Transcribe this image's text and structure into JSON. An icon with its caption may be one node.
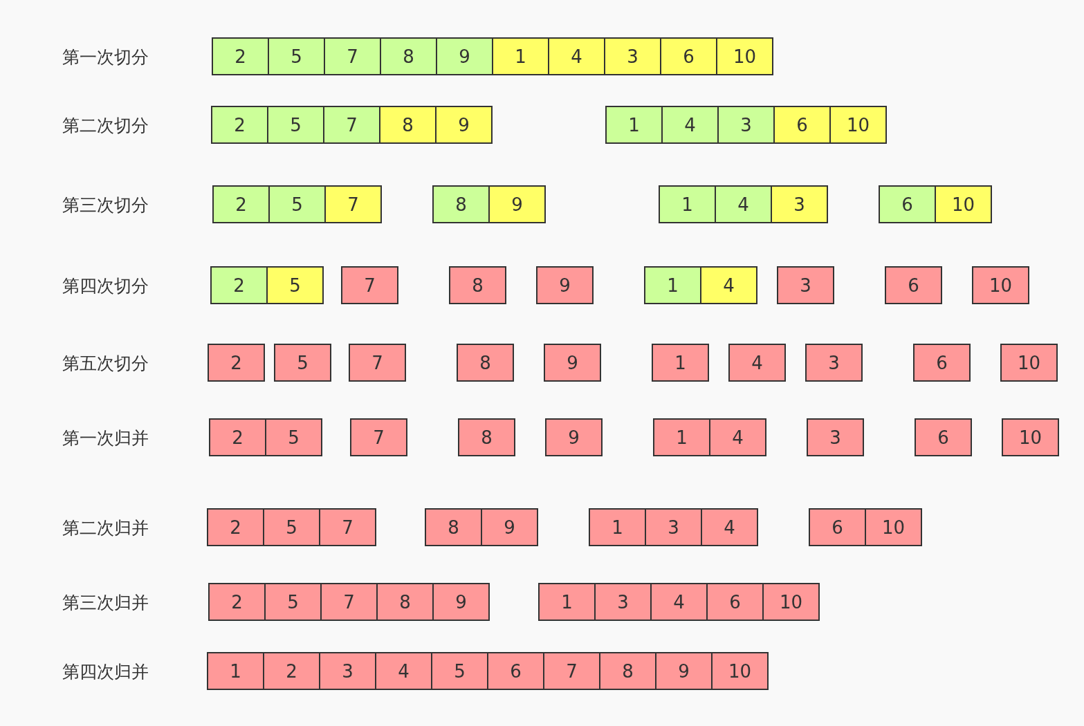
{
  "diagram": {
    "nodes": [
      {
        "text": [
          "2"
        ]
      },
      {
        "text": [
          "5"
        ]
      },
      {
        "text": [
          "7"
        ]
      },
      {
        "text": [
          "8"
        ]
      },
      {
        "text": [
          "9"
        ]
      },
      {
        "text": [
          "1"
        ]
      },
      {
        "text": [
          "4"
        ]
      },
      {
        "text": [
          "3"
        ]
      },
      {
        "text": [
          "6"
        ]
      },
      {
        "text": [
          "10"
        ]
      },
      {
        "text": [
          "2"
        ]
      },
      {
        "text": [
          "5"
        ]
      },
      {
        "text": [
          "7"
        ]
      },
      {
        "text": [
          "8"
        ]
      },
      {
        "text": [
          "9"
        ]
      },
      {
        "text": [
          "1"
        ]
      },
      {
        "text": [
          "4"
        ]
      },
      {
        "text": [
          "3"
        ]
      },
      {
        "text": [
          "6"
        ]
      },
      {
        "text": [
          "10"
        ]
      },
      {
        "text": [
          "2"
        ]
      },
      {
        "text": [
          "5"
        ]
      },
      {
        "text": [
          "7"
        ]
      },
      {
        "text": [
          "8"
        ]
      },
      {
        "text": [
          "9"
        ]
      },
      {
        "text": [
          "1"
        ]
      },
      {
        "text": [
          "4"
        ]
      },
      {
        "text": [
          "3"
        ]
      },
      {
        "text": [
          "6"
        ]
      },
      {
        "text": [
          "10"
        ]
      },
      {
        "text": [
          "2"
        ]
      },
      {
        "text": [
          "5"
        ]
      },
      {
        "text": [
          "7"
        ]
      },
      {
        "text": [
          "8"
        ]
      },
      {
        "text": [
          "9"
        ]
      },
      {
        "text": [
          "1"
        ]
      },
      {
        "text": [
          "4"
        ]
      },
      {
        "text": [
          "3"
        ]
      },
      {
        "text": [
          "6"
        ]
      },
      {
        "text": [
          "10"
        ]
      },
      {
        "text": [
          "2"
        ]
      },
      {
        "text": [
          "5"
        ]
      },
      {
        "text": [
          "7"
        ]
      },
      {
        "text": [
          "8"
        ]
      },
      {
        "text": [
          "9"
        ]
      },
      {
        "text": [
          "1"
        ]
      },
      {
        "text": [
          "4"
        ]
      },
      {
        "text": [
          "3"
        ]
      },
      {
        "text": [
          "6"
        ]
      },
      {
        "text": [
          "10"
        ]
      },
      {
        "text": [
          "2"
        ]
      },
      {
        "text": [
          "5"
        ]
      },
      {
        "text": [
          "7"
        ]
      },
      {
        "text": [
          "8"
        ]
      },
      {
        "text": [
          "9"
        ]
      },
      {
        "text": [
          "1"
        ]
      },
      {
        "text": [
          "4"
        ]
      },
      {
        "text": [
          "3"
        ]
      },
      {
        "text": [
          "6"
        ]
      },
      {
        "text": [
          "10"
        ]
      },
      {
        "text": [
          "2"
        ]
      },
      {
        "text": [
          "5"
        ]
      },
      {
        "text": [
          "7"
        ]
      },
      {
        "text": [
          "8"
        ]
      },
      {
        "text": [
          "9"
        ]
      },
      {
        "text": [
          "1"
        ]
      },
      {
        "text": [
          "3"
        ]
      },
      {
        "text": [
          "4"
        ]
      },
      {
        "text": [
          "6"
        ]
      },
      {
        "text": [
          "10"
        ]
      },
      {
        "text": [
          "2"
        ]
      },
      {
        "text": [
          "5"
        ]
      },
      {
        "text": [
          "7"
        ]
      },
      {
        "text": [
          "8"
        ]
      },
      {
        "text": [
          "9"
        ]
      },
      {
        "text": [
          "1"
        ]
      },
      {
        "text": [
          "3"
        ]
      },
      {
        "text": [
          "4"
        ]
      },
      {
        "text": [
          "6"
        ]
      },
      {
        "text": [
          "10"
        ]
      },
      {
        "text": [
          "1"
        ]
      },
      {
        "text": [
          "2"
        ]
      },
      {
        "text": [
          "3"
        ]
      },
      {
        "text": [
          "4"
        ]
      },
      {
        "text": [
          "5"
        ]
      },
      {
        "text": [
          "6"
        ]
      },
      {
        "text": [
          "7"
        ]
      },
      {
        "text": [
          "8"
        ]
      },
      {
        "text": [
          "9"
        ]
      },
      {
        "text": [
          "10"
        ]
      }
    ],
    "labels": [
      "第一次切分",
      "第二次切分",
      "第三次切分",
      "第四次切分",
      "第五次切分",
      "第一次归并",
      "第二次归并",
      "第三次归并",
      "第四次归并"
    ]
  }
}
